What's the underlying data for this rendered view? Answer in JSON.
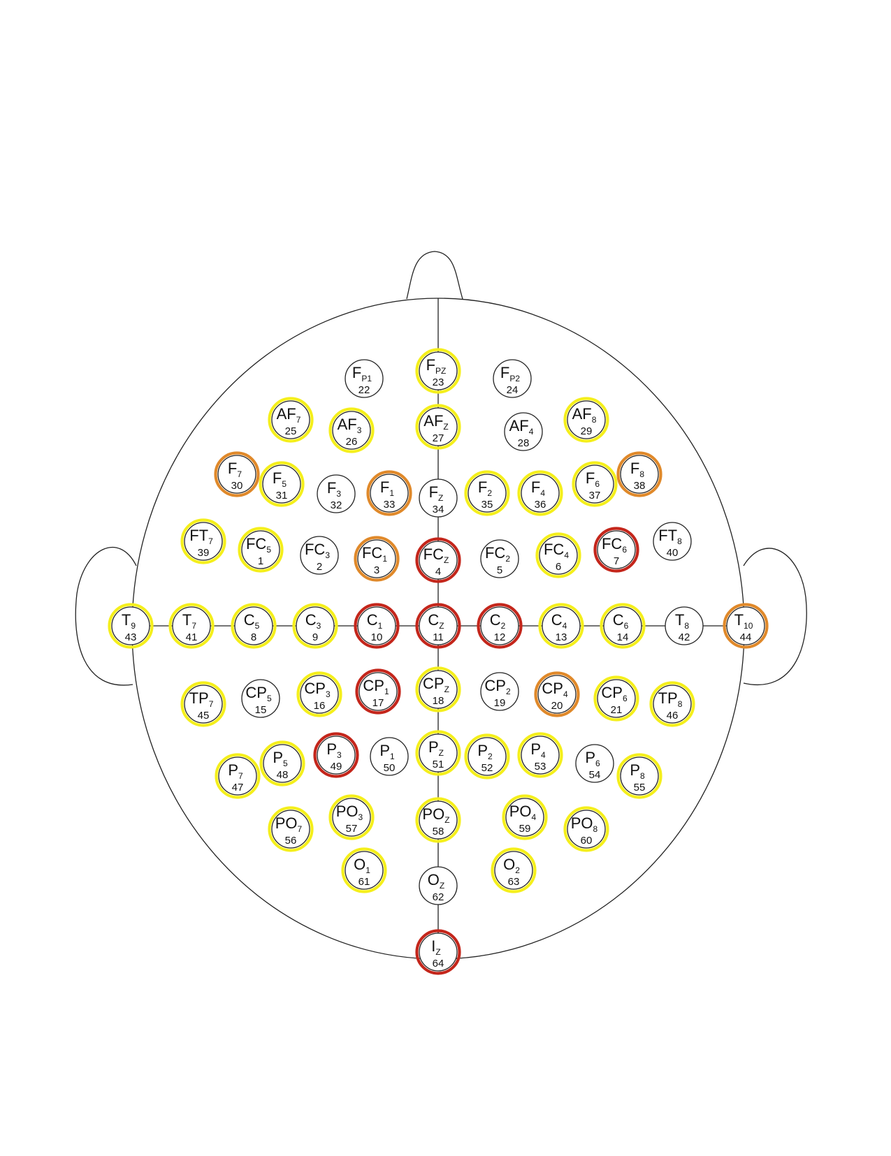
{
  "colors": {
    "outline": "#222222",
    "highlight_levels": {
      "none": null,
      "yellow": "#f5ef1c",
      "orange": "#e0892a",
      "red": "#c4261b"
    }
  },
  "electrodes": [
    {
      "id": "FP1",
      "base": "F",
      "sub": "P1",
      "number": "22",
      "highlight": "none"
    },
    {
      "id": "FPZ",
      "base": "F",
      "sub": "PZ",
      "number": "23",
      "highlight": "yellow"
    },
    {
      "id": "FP2",
      "base": "F",
      "sub": "P2",
      "number": "24",
      "highlight": "none"
    },
    {
      "id": "AF7",
      "base": "AF",
      "sub": "7",
      "number": "25",
      "highlight": "yellow"
    },
    {
      "id": "AF3",
      "base": "AF",
      "sub": "3",
      "number": "26",
      "highlight": "yellow"
    },
    {
      "id": "AFZ",
      "base": "AF",
      "sub": "Z",
      "number": "27",
      "highlight": "yellow"
    },
    {
      "id": "AF4",
      "base": "AF",
      "sub": "4",
      "number": "28",
      "highlight": "none"
    },
    {
      "id": "AF8",
      "base": "AF",
      "sub": "8",
      "number": "29",
      "highlight": "yellow"
    },
    {
      "id": "F7",
      "base": "F",
      "sub": "7",
      "number": "30",
      "highlight": "orange"
    },
    {
      "id": "F5",
      "base": "F",
      "sub": "5",
      "number": "31",
      "highlight": "yellow"
    },
    {
      "id": "F3",
      "base": "F",
      "sub": "3",
      "number": "32",
      "highlight": "none"
    },
    {
      "id": "F1",
      "base": "F",
      "sub": "1",
      "number": "33",
      "highlight": "orange"
    },
    {
      "id": "FZ",
      "base": "F",
      "sub": "Z",
      "number": "34",
      "highlight": "none"
    },
    {
      "id": "F2",
      "base": "F",
      "sub": "2",
      "number": "35",
      "highlight": "yellow"
    },
    {
      "id": "F4",
      "base": "F",
      "sub": "4",
      "number": "36",
      "highlight": "yellow"
    },
    {
      "id": "F6",
      "base": "F",
      "sub": "6",
      "number": "37",
      "highlight": "yellow"
    },
    {
      "id": "F8",
      "base": "F",
      "sub": "8",
      "number": "38",
      "highlight": "orange"
    },
    {
      "id": "FT7",
      "base": "FT",
      "sub": "7",
      "number": "39",
      "highlight": "yellow"
    },
    {
      "id": "FC5",
      "base": "FC",
      "sub": "5",
      "number": "1",
      "highlight": "yellow"
    },
    {
      "id": "FC3",
      "base": "FC",
      "sub": "3",
      "number": "2",
      "highlight": "none"
    },
    {
      "id": "FC1",
      "base": "FC",
      "sub": "1",
      "number": "3",
      "highlight": "orange"
    },
    {
      "id": "FCZ",
      "base": "FC",
      "sub": "Z",
      "number": "4",
      "highlight": "red"
    },
    {
      "id": "FC2",
      "base": "FC",
      "sub": "2",
      "number": "5",
      "highlight": "none"
    },
    {
      "id": "FC4",
      "base": "FC",
      "sub": "4",
      "number": "6",
      "highlight": "yellow"
    },
    {
      "id": "FC6",
      "base": "FC",
      "sub": "6",
      "number": "7",
      "highlight": "red"
    },
    {
      "id": "FT8",
      "base": "FT",
      "sub": "8",
      "number": "40",
      "highlight": "none"
    },
    {
      "id": "T9",
      "base": "T",
      "sub": "9",
      "number": "43",
      "highlight": "yellow"
    },
    {
      "id": "T7",
      "base": "T",
      "sub": "7",
      "number": "41",
      "highlight": "yellow"
    },
    {
      "id": "C5",
      "base": "C",
      "sub": "5",
      "number": "8",
      "highlight": "yellow"
    },
    {
      "id": "C3",
      "base": "C",
      "sub": "3",
      "number": "9",
      "highlight": "yellow"
    },
    {
      "id": "C1",
      "base": "C",
      "sub": "1",
      "number": "10",
      "highlight": "red"
    },
    {
      "id": "CZ",
      "base": "C",
      "sub": "Z",
      "number": "11",
      "highlight": "red"
    },
    {
      "id": "C2",
      "base": "C",
      "sub": "2",
      "number": "12",
      "highlight": "red"
    },
    {
      "id": "C4",
      "base": "C",
      "sub": "4",
      "number": "13",
      "highlight": "yellow"
    },
    {
      "id": "C6",
      "base": "C",
      "sub": "6",
      "number": "14",
      "highlight": "yellow"
    },
    {
      "id": "T8",
      "base": "T",
      "sub": "8",
      "number": "42",
      "highlight": "none"
    },
    {
      "id": "T10",
      "base": "T",
      "sub": "10",
      "number": "44",
      "highlight": "orange"
    },
    {
      "id": "TP7",
      "base": "TP",
      "sub": "7",
      "number": "45",
      "highlight": "yellow"
    },
    {
      "id": "CP5",
      "base": "CP",
      "sub": "5",
      "number": "15",
      "highlight": "none"
    },
    {
      "id": "CP3",
      "base": "CP",
      "sub": "3",
      "number": "16",
      "highlight": "yellow"
    },
    {
      "id": "CP1",
      "base": "CP",
      "sub": "1",
      "number": "17",
      "highlight": "red"
    },
    {
      "id": "CPZ",
      "base": "CP",
      "sub": "Z",
      "number": "18",
      "highlight": "yellow"
    },
    {
      "id": "CP2",
      "base": "CP",
      "sub": "2",
      "number": "19",
      "highlight": "none"
    },
    {
      "id": "CP4",
      "base": "CP",
      "sub": "4",
      "number": "20",
      "highlight": "orange"
    },
    {
      "id": "CP6",
      "base": "CP",
      "sub": "6",
      "number": "21",
      "highlight": "yellow"
    },
    {
      "id": "TP8",
      "base": "TP",
      "sub": "8",
      "number": "46",
      "highlight": "yellow"
    },
    {
      "id": "P7",
      "base": "P",
      "sub": "7",
      "number": "47",
      "highlight": "yellow"
    },
    {
      "id": "P5",
      "base": "P",
      "sub": "5",
      "number": "48",
      "highlight": "yellow"
    },
    {
      "id": "P3",
      "base": "P",
      "sub": "3",
      "number": "49",
      "highlight": "red"
    },
    {
      "id": "P1",
      "base": "P",
      "sub": "1",
      "number": "50",
      "highlight": "none"
    },
    {
      "id": "PZ",
      "base": "P",
      "sub": "Z",
      "number": "51",
      "highlight": "yellow"
    },
    {
      "id": "P2",
      "base": "P",
      "sub": "2",
      "number": "52",
      "highlight": "yellow"
    },
    {
      "id": "P4",
      "base": "P",
      "sub": "4",
      "number": "53",
      "highlight": "yellow"
    },
    {
      "id": "P6",
      "base": "P",
      "sub": "6",
      "number": "54",
      "highlight": "none"
    },
    {
      "id": "P8",
      "base": "P",
      "sub": "8",
      "number": "55",
      "highlight": "yellow"
    },
    {
      "id": "PO7",
      "base": "PO",
      "sub": "7",
      "number": "56",
      "highlight": "yellow"
    },
    {
      "id": "PO3",
      "base": "PO",
      "sub": "3",
      "number": "57",
      "highlight": "yellow"
    },
    {
      "id": "POZ",
      "base": "PO",
      "sub": "Z",
      "number": "58",
      "highlight": "yellow"
    },
    {
      "id": "PO4",
      "base": "PO",
      "sub": "4",
      "number": "59",
      "highlight": "yellow"
    },
    {
      "id": "PO8",
      "base": "PO",
      "sub": "8",
      "number": "60",
      "highlight": "yellow"
    },
    {
      "id": "O1",
      "base": "O",
      "sub": "1",
      "number": "61",
      "highlight": "yellow"
    },
    {
      "id": "OZ",
      "base": "O",
      "sub": "Z",
      "number": "62",
      "highlight": "none"
    },
    {
      "id": "O2",
      "base": "O",
      "sub": "2",
      "number": "63",
      "highlight": "yellow"
    },
    {
      "id": "IZ",
      "base": "I",
      "sub": "Z",
      "number": "64",
      "highlight": "red"
    }
  ]
}
